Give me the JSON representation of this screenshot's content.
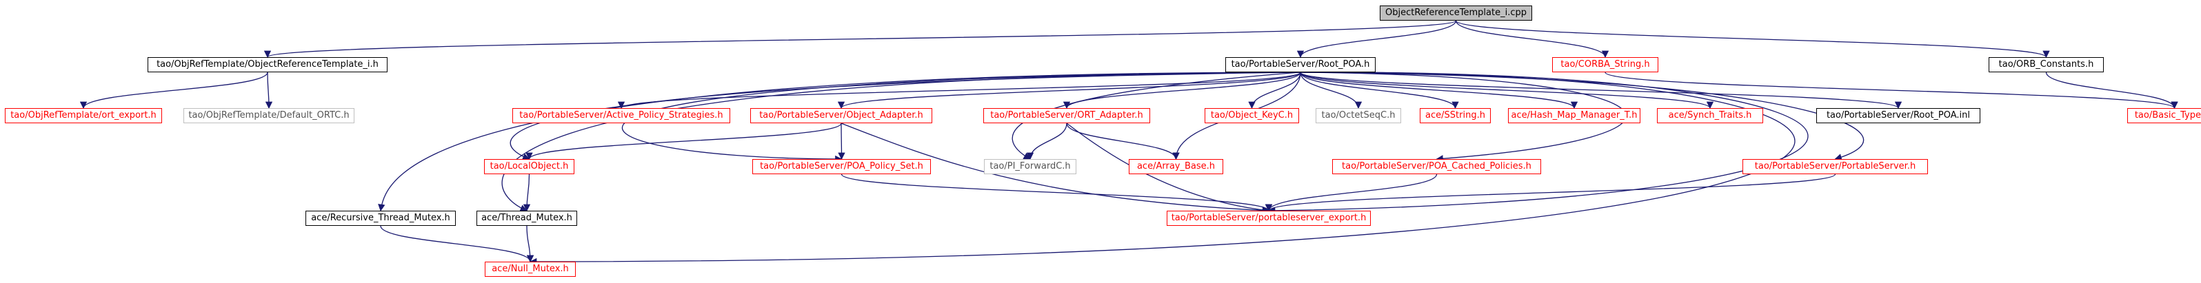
{
  "colors": {
    "edge": "#191970",
    "root_fill": "#bfbfbf",
    "missing_border": "#ff0000",
    "external_border": "#bfbfbf",
    "documented_border": "#000000"
  },
  "nodes": {
    "root": "ObjectReferenceTemplate_i.cpp",
    "objref_template_i_h": "tao/ObjRefTemplate/ObjectReferenceTemplate_i.h",
    "root_poa_h": "tao/PortableServer/Root_POA.h",
    "corba_string_h": "tao/CORBA_String.h",
    "orb_constants_h": "tao/ORB_Constants.h",
    "ort_export_h": "tao/ObjRefTemplate/ort_export.h",
    "default_ortc_h": "tao/ObjRefTemplate/Default_ORTC.h",
    "active_policy_strategies_h": "tao/PortableServer/Active_Policy_Strategies.h",
    "object_adapter_h": "tao/PortableServer/Object_Adapter.h",
    "ort_adapter_h": "tao/PortableServer/ORT_Adapter.h",
    "object_keyc_h": "tao/Object_KeyC.h",
    "octetseqc_h": "tao/OctetSeqC.h",
    "sstring_h": "ace/SString.h",
    "hash_map_manager_h": "ace/Hash_Map_Manager_T.h",
    "synch_traits_h": "ace/Synch_Traits.h",
    "root_poa_inl": "tao/PortableServer/Root_POA.inl",
    "basic_types_h": "tao/Basic_Types.h",
    "localobject_h": "tao/LocalObject.h",
    "poa_policy_set_h": "tao/PortableServer/POA_Policy_Set.h",
    "pi_forwardc_h": "tao/PI_ForwardC.h",
    "array_base_h": "ace/Array_Base.h",
    "poa_cached_policies_h": "tao/PortableServer/POA_Cached_Policies.h",
    "portableserver_h": "tao/PortableServer/PortableServer.h",
    "recursive_thread_mutex_h": "ace/Recursive_Thread_Mutex.h",
    "thread_mutex_h": "ace/Thread_Mutex.h",
    "portableserver_export_h": "tao/PortableServer/portableserver_export.h",
    "null_mutex_h": "ace/Null_Mutex.h"
  }
}
